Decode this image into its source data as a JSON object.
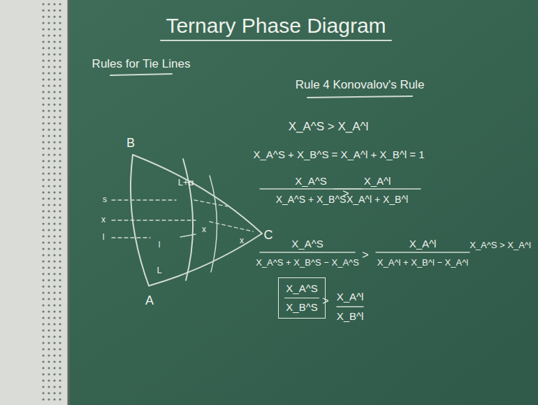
{
  "diagram": {
    "title": "Ternary Phase Diagram",
    "nodes": [
      {
        "text": [
          "X_A^S",
          "X_B^S"
        ]
      }
    ],
    "labels": [
      "Rules for Tie Lines",
      "Rule 4 Konovalov's Rule",
      "B",
      "s",
      "x",
      "l",
      "L+α",
      "l",
      "L",
      "x",
      "x",
      "C",
      "A",
      "X_A^S > X_A^l",
      "X_A^S + X_B^S = X_A^l + X_B^l = 1",
      "X_A^S",
      "X_A^S + X_B^S",
      ">",
      "X_A^l",
      "X_A^l + X_B^l",
      "X_A^S",
      "X_A^S + X_B^S − X_A^S",
      ">",
      "X_A^l",
      "X_A^l + X_B^l − X_A^l",
      "X_A^S > X_A^l",
      ">",
      "X_A^l",
      "X_B^l"
    ]
  }
}
